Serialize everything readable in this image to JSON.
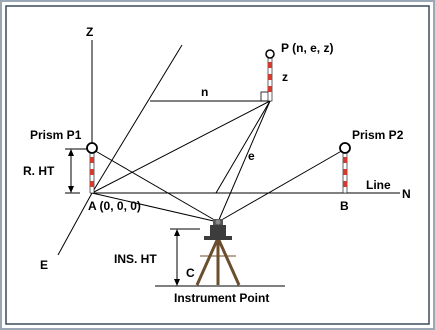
{
  "diagram": {
    "labels": {
      "z_axis": "Z",
      "p_point": "P (n, e, z)",
      "z": "z",
      "n": "n",
      "prism_p1": "Prism P1",
      "prism_p2": "Prism P2",
      "r_ht": "R. HT",
      "e": "e",
      "line": "Line",
      "n_axis": "N",
      "a_point": "A (0, 0, 0)",
      "b_point": "B",
      "e_axis": "E",
      "ins_ht": "INS. HT",
      "c": "C",
      "instrument_point": "Instrument Point"
    },
    "colors": {
      "background": "#ffffff",
      "frame_outer": "#9aa7b5",
      "frame_inner": "#3a4a5c",
      "line": "#000000",
      "pole_red": "#d23b2f",
      "pole_white": "#ffffff",
      "tripod": "#6b4e2e",
      "instrument": "#3c3c3c",
      "label": "#000000"
    }
  }
}
